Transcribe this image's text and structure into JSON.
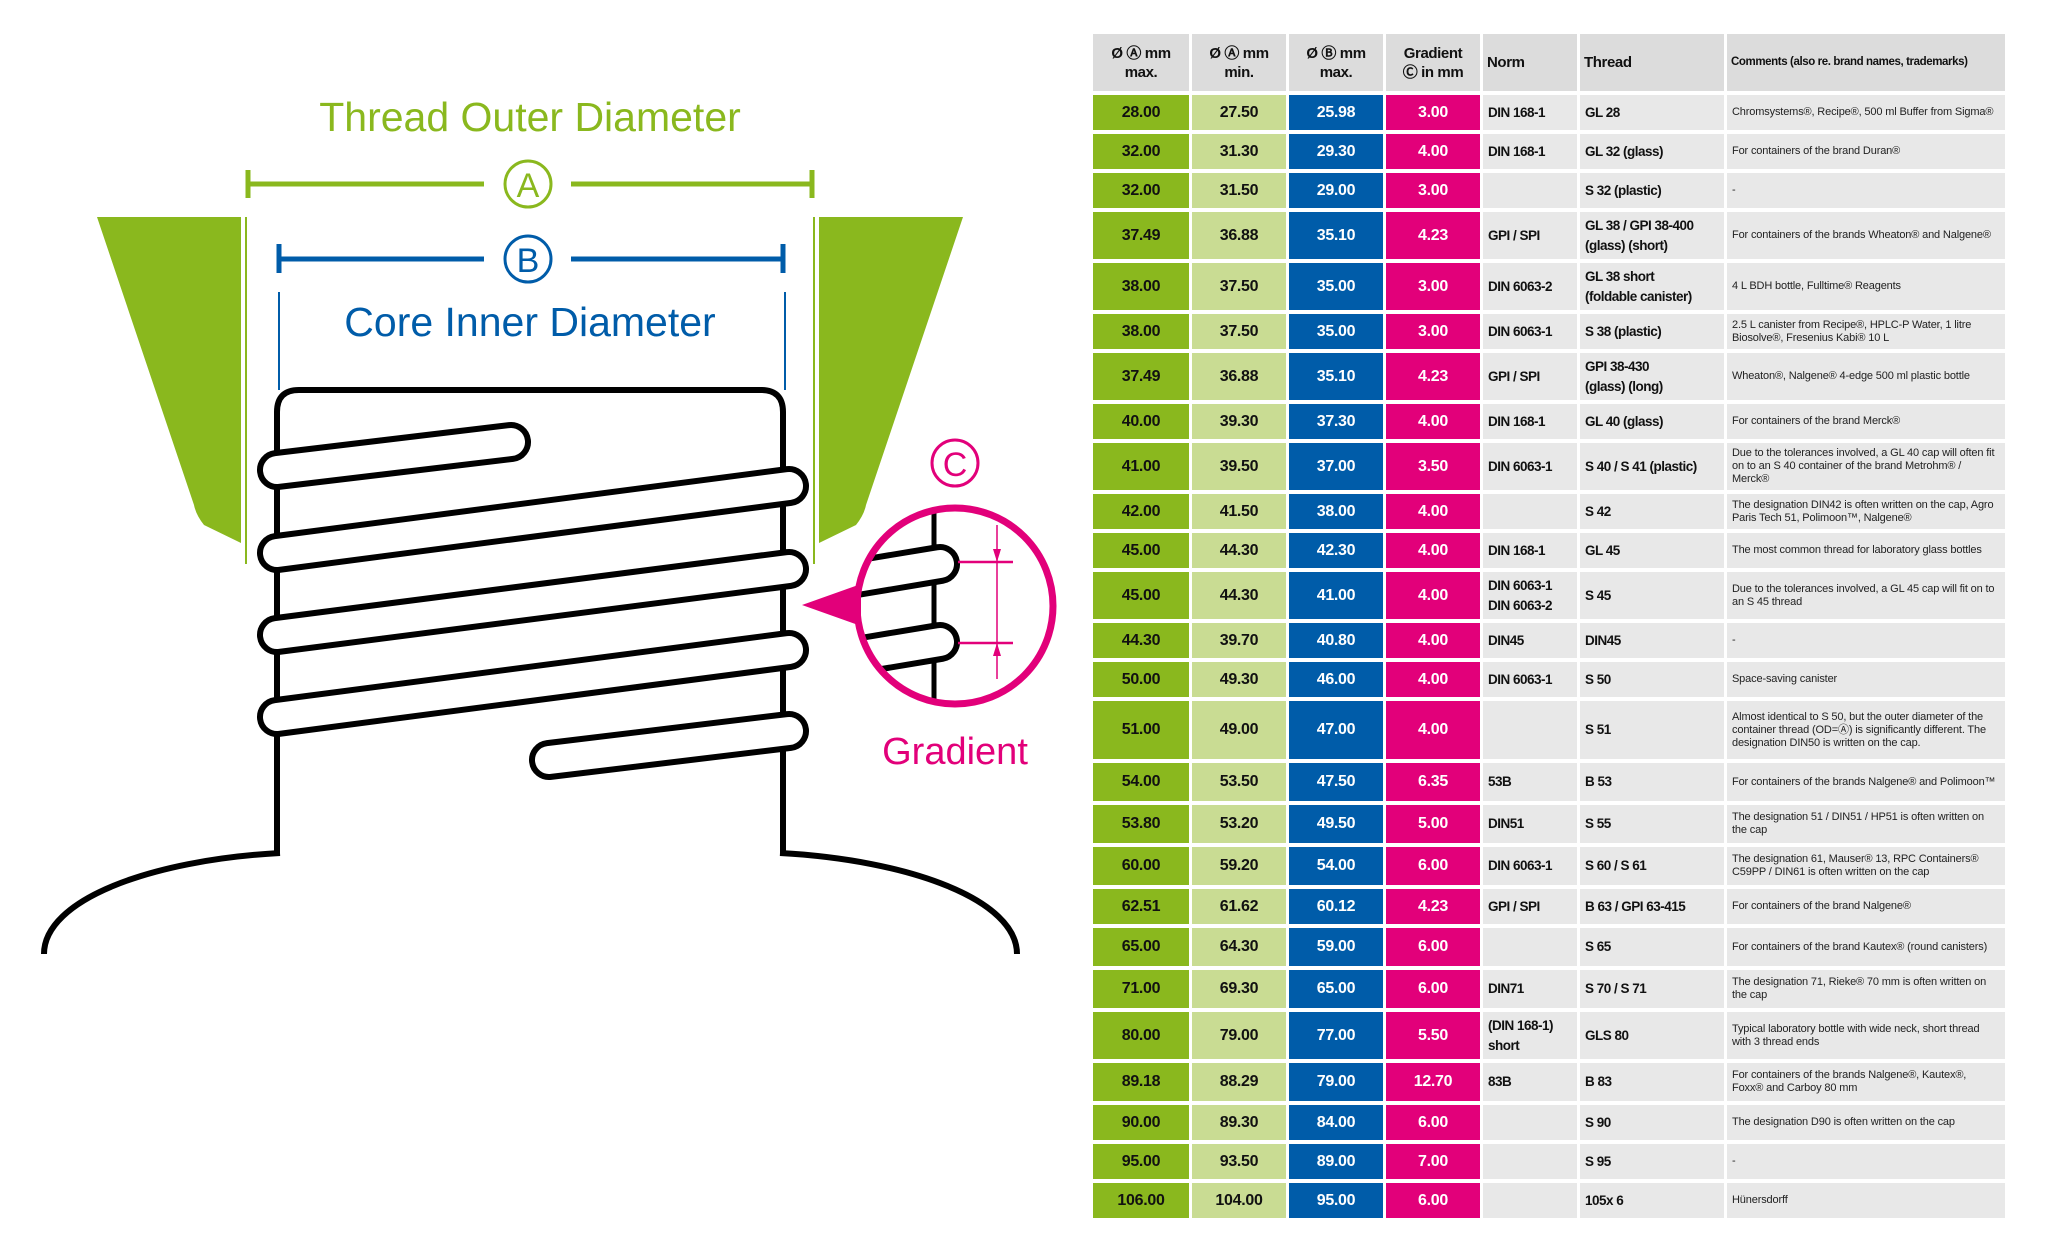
{
  "diagram": {
    "outer_title": "Thread Outer Diameter",
    "inner_title": "Core Inner Diameter",
    "gradient_title": "Gradient",
    "label_a": "A",
    "label_b": "B",
    "label_c": "C"
  },
  "colors": {
    "green": "#8ab81e",
    "light_green": "#c9dc93",
    "blue": "#005ca9",
    "pink": "#e2007a",
    "cell_gray": "#e8e8e8",
    "header_gray": "#dcdcdc"
  },
  "table": {
    "headers": [
      "Ø Ⓐ mm\nmax.",
      "Ø Ⓐ mm\nmin.",
      "Ø Ⓑ mm\nmax.",
      "Gradient\nⒸ in mm",
      "Norm",
      "Thread",
      "Comments (also re. brand names, trademarks)"
    ],
    "rows": [
      [
        "28.00",
        "27.50",
        "25.98",
        "3.00",
        "DIN 168-1",
        "GL 28",
        "Chromsystems®, Recipe®, 500 ml Buffer from Sigma®"
      ],
      [
        "32.00",
        "31.30",
        "29.30",
        "4.00",
        "DIN 168-1",
        "GL 32 (glass)",
        "For containers of the brand Duran®"
      ],
      [
        "32.00",
        "31.50",
        "29.00",
        "3.00",
        "",
        "S 32 (plastic)",
        "-"
      ],
      [
        "37.49",
        "36.88",
        "35.10",
        "4.23",
        "GPI / SPI",
        "GL 38 / GPI 38-400\n(glass) (short)",
        "For containers of the brands Wheaton® and Nalgene®"
      ],
      [
        "38.00",
        "37.50",
        "35.00",
        "3.00",
        "DIN 6063-2",
        "GL 38 short\n(foldable canister)",
        "4 L BDH bottle, Fulltime® Reagents"
      ],
      [
        "38.00",
        "37.50",
        "35.00",
        "3.00",
        "DIN 6063-1",
        "S 38 (plastic)",
        "2.5 L canister from Recipe®, HPLC-P Water, 1 litre Biosolve®, Fresenius Kabi® 10 L"
      ],
      [
        "37.49",
        "36.88",
        "35.10",
        "4.23",
        "GPI / SPI",
        "GPI 38-430\n(glass) (long)",
        "Wheaton®, Nalgene® 4-edge 500 ml plastic bottle"
      ],
      [
        "40.00",
        "39.30",
        "37.30",
        "4.00",
        "DIN 168-1",
        "GL 40 (glass)",
        "For containers of the brand Merck®"
      ],
      [
        "41.00",
        "39.50",
        "37.00",
        "3.50",
        "DIN 6063-1",
        "S 40 / S 41 (plastic)",
        "Due to the tolerances involved, a GL 40 cap will often fit on to an S 40 container of the brand Metrohm® / Merck®"
      ],
      [
        "42.00",
        "41.50",
        "38.00",
        "4.00",
        "",
        "S 42",
        "The designation DIN42 is often written on the cap, Agro Paris Tech 51, Polimoon™, Nalgene®"
      ],
      [
        "45.00",
        "44.30",
        "42.30",
        "4.00",
        "DIN 168-1",
        "GL 45",
        "The most common thread for laboratory glass bottles"
      ],
      [
        "45.00",
        "44.30",
        "41.00",
        "4.00",
        "DIN 6063-1\nDIN 6063-2",
        "S 45",
        "Due to the tolerances involved, a GL 45 cap will fit on to an S 45 thread"
      ],
      [
        "44.30",
        "39.70",
        "40.80",
        "4.00",
        "DIN45",
        "DIN45",
        "-"
      ],
      [
        "50.00",
        "49.30",
        "46.00",
        "4.00",
        "DIN 6063-1",
        "S 50",
        "Space-saving canister"
      ],
      [
        "51.00",
        "49.00",
        "47.00",
        "4.00",
        "",
        "S 51",
        "Almost identical to S 50, but the outer diameter of the container thread (OD=Ⓐ) is significantly different. The designation DIN50 is written on the cap."
      ],
      [
        "54.00",
        "53.50",
        "47.50",
        "6.35",
        "53B",
        "B 53",
        "For containers of the brands Nalgene® and Polimoon™"
      ],
      [
        "53.80",
        "53.20",
        "49.50",
        "5.00",
        "DIN51",
        "S 55",
        "The designation 51 / DIN51 / HP51 is often written on the cap"
      ],
      [
        "60.00",
        "59.20",
        "54.00",
        "6.00",
        "DIN 6063-1",
        "S 60 / S 61",
        "The designation 61, Mauser® 13, RPC Containers® C59PP / DIN61 is often written on the cap"
      ],
      [
        "62.51",
        "61.62",
        "60.12",
        "4.23",
        "GPI / SPI",
        "B 63 / GPI 63-415",
        "For containers of the brand Nalgene®"
      ],
      [
        "65.00",
        "64.30",
        "59.00",
        "6.00",
        "",
        "S 65",
        "For containers of the brand Kautex® (round canisters)"
      ],
      [
        "71.00",
        "69.30",
        "65.00",
        "6.00",
        "DIN71",
        "S 70 / S 71",
        "The designation 71, Rieke® 70 mm is often written on the cap"
      ],
      [
        "80.00",
        "79.00",
        "77.00",
        "5.50",
        "(DIN 168-1)\nshort",
        "GLS 80",
        "Typical laboratory bottle with wide neck, short thread with 3 thread ends"
      ],
      [
        "89.18",
        "88.29",
        "79.00",
        "12.70",
        "83B",
        "B 83",
        "For containers of the brands Nalgene®, Kautex®, Foxx® and Carboy 80 mm"
      ],
      [
        "90.00",
        "89.30",
        "84.00",
        "6.00",
        "",
        "S 90",
        "The designation D90 is often written on the cap"
      ],
      [
        "95.00",
        "93.50",
        "89.00",
        "7.00",
        "",
        "S 95",
        "-"
      ],
      [
        "106.00",
        "104.00",
        "95.00",
        "6.00",
        "",
        "105x 6",
        "Hünersdorff"
      ]
    ]
  }
}
